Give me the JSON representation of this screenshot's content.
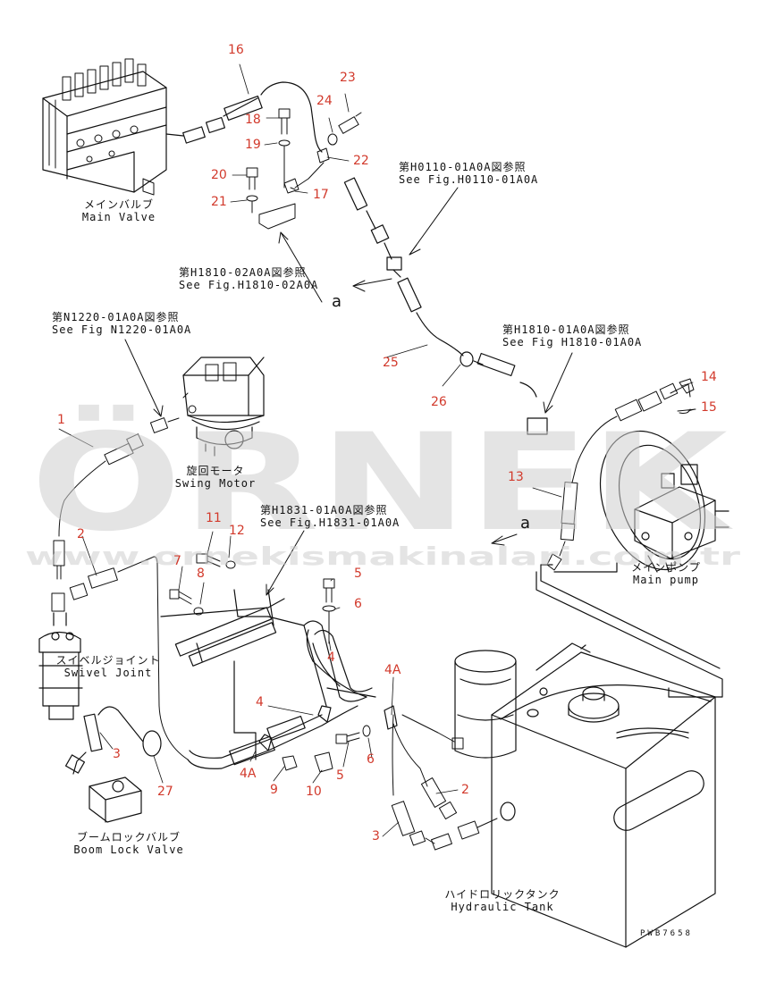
{
  "components": {
    "main_valve": {
      "jp": "メインバルブ",
      "en": "Main Valve"
    },
    "swing_motor": {
      "jp": "旋回モータ",
      "en": "Swing Motor"
    },
    "swivel_joint": {
      "jp": "スイベルジョイント",
      "en": "Swivel Joint"
    },
    "boom_lock_valve": {
      "jp": "ブームロックバルブ",
      "en": "Boom Lock Valve"
    },
    "hydraulic_tank": {
      "jp": "ハイドロリックタンク",
      "en": "Hydraulic Tank"
    },
    "main_pump": {
      "jp": "メインポンプ",
      "en": "Main pump"
    }
  },
  "references": {
    "h0110": {
      "jp": "第H0110-01A0A図参照",
      "en": "See Fig.H0110-01A0A"
    },
    "h1810_02": {
      "jp": "第H1810-02A0A図参照",
      "en": "See Fig.H1810-02A0A"
    },
    "n1220": {
      "jp": "第N1220-01A0A図参照",
      "en": "See Fig N1220-01A0A"
    },
    "h1810_01": {
      "jp": "第H1810-01A0A図参照",
      "en": "See Fig H1810-01A0A"
    },
    "h1831": {
      "jp": "第H1831-01A0A図参照",
      "en": "See Fig.H1831-01A0A"
    }
  },
  "connectors": {
    "a1": "a",
    "a2": "a"
  },
  "part_numbers": [
    "16",
    "23",
    "24",
    "18",
    "19",
    "22",
    "20",
    "21",
    "17",
    "25",
    "26",
    "14",
    "15",
    "1",
    "13",
    "2",
    "11",
    "12",
    "7",
    "8",
    "5",
    "6",
    "4",
    "4A",
    "4",
    "3",
    "27",
    "9",
    "10",
    "5",
    "6",
    "2",
    "3"
  ],
  "drawing_code": "PWB7658",
  "watermark": {
    "brand": "ÖRNEK",
    "url": "www.ornekismakinalari.com.tr"
  },
  "colors": {
    "line": "#111111",
    "callout": "#d23a2c",
    "watermark": "#cfcfcf",
    "watermark_accent": "#f1e6b8"
  }
}
